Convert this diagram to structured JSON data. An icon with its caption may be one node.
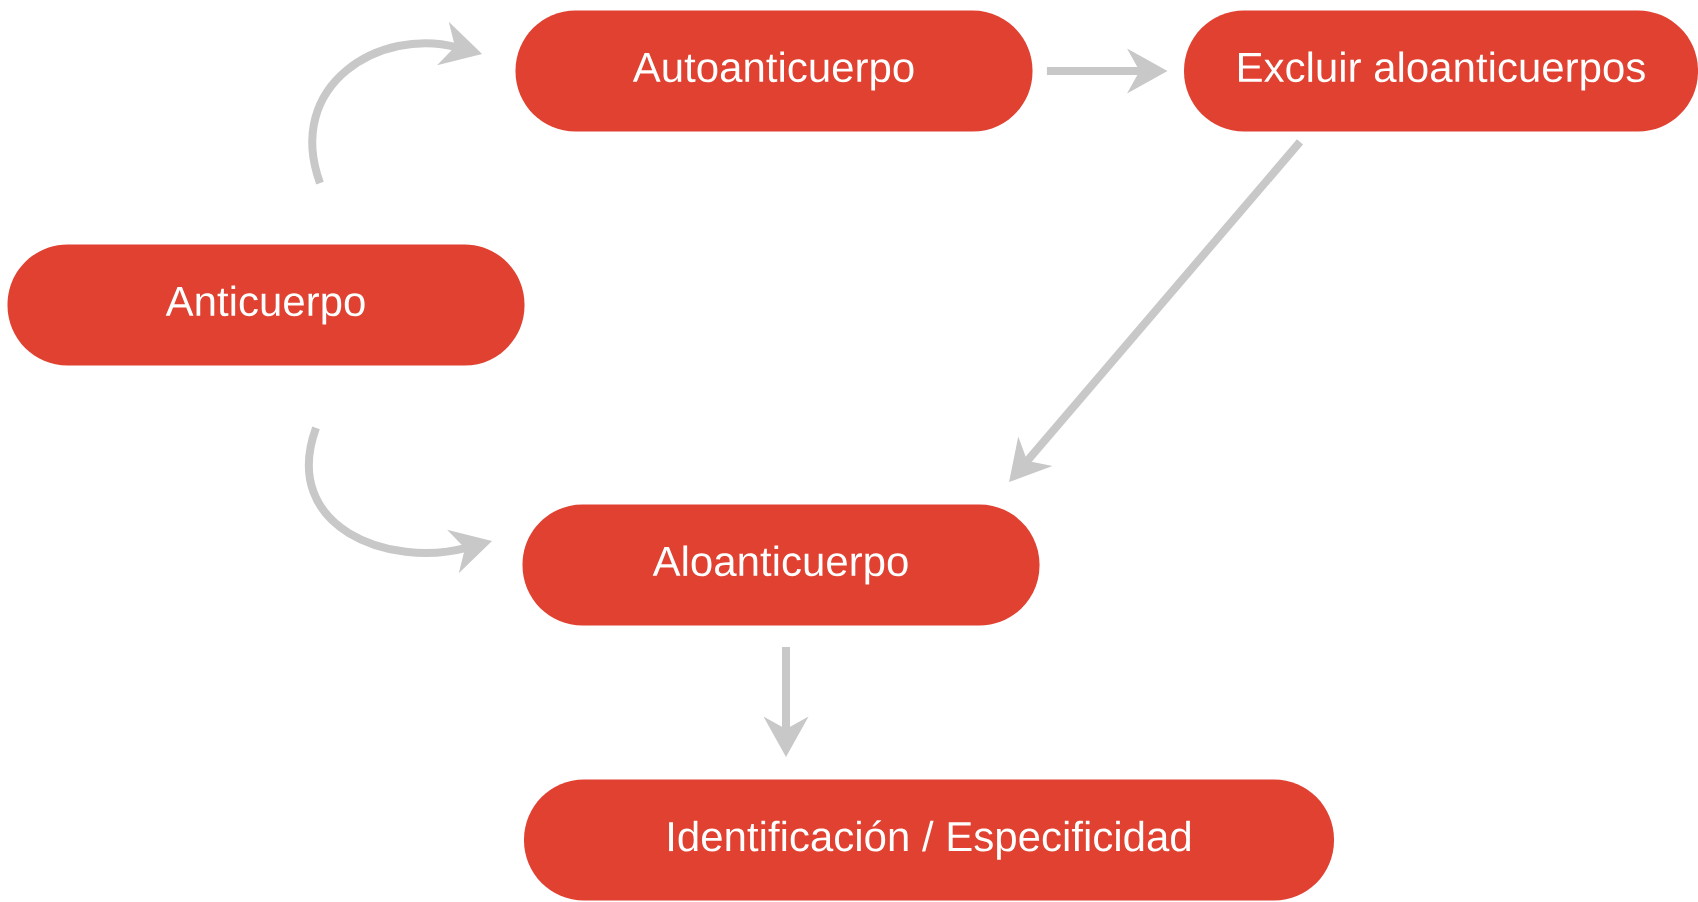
{
  "diagram": {
    "nodes": [
      {
        "text": [
          "Anticuerpo"
        ]
      },
      {
        "text": [
          "Autoanticuerpo"
        ]
      },
      {
        "text": [
          "Excluir aloanticuerpos"
        ]
      },
      {
        "text": [
          "Aloanticuerpo"
        ]
      },
      {
        "text": [
          "Identificación / Especificidad"
        ]
      }
    ],
    "edges": [
      {
        "from": 0,
        "to": 1,
        "arrow": "to"
      },
      {
        "from": 1,
        "to": 2,
        "arrow": "to"
      },
      {
        "from": 2,
        "to": 3,
        "arrow": "to"
      },
      {
        "from": 0,
        "to": 3,
        "arrow": "to"
      },
      {
        "from": 3,
        "to": 4,
        "arrow": "to"
      }
    ]
  }
}
